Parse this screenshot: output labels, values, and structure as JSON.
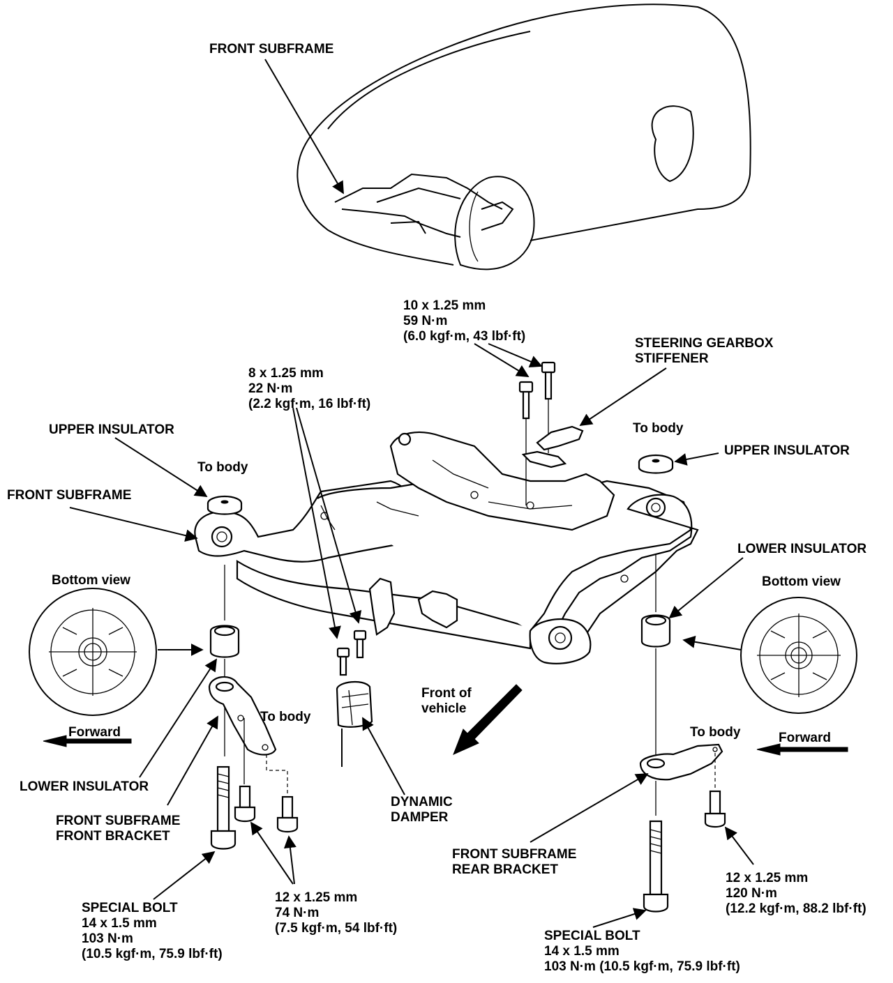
{
  "labels": {
    "front_subframe_top": "FRONT SUBFRAME",
    "bolt_10mm": [
      "10 x 1.25 mm",
      "59 N·m",
      "(6.0 kgf·m, 43 lbf·ft)"
    ],
    "steering_stiffener": [
      "STEERING GEARBOX",
      "STIFFENER"
    ],
    "bolt_8mm": [
      "8 x 1.25 mm",
      "22 N·m",
      "(2.2 kgf·m, 16 lbf·ft)"
    ],
    "upper_insulator_left": "UPPER INSULATOR",
    "to_body_left": "To body",
    "front_subframe_left": "FRONT SUBFRAME",
    "to_body_right_top": "To body",
    "upper_insulator_right": "UPPER INSULATOR",
    "lower_insulator_right": "LOWER INSULATOR",
    "bottom_view_left": "Bottom view",
    "bottom_view_right": "Bottom view",
    "forward_left": "Forward",
    "forward_right": "Forward",
    "to_body_bracket": "To body",
    "front_of_vehicle": [
      "Front of",
      "vehicle"
    ],
    "to_body_rear": "To body",
    "lower_insulator_left": "LOWER INSULATOR",
    "dynamic_damper": [
      "DYNAMIC",
      "DAMPER"
    ],
    "front_bracket": [
      "FRONT SUBFRAME",
      "FRONT BRACKET"
    ],
    "rear_bracket": [
      "FRONT SUBFRAME",
      "REAR BRACKET"
    ],
    "special_bolt_left": [
      "SPECIAL BOLT",
      "14 x 1.5 mm",
      "103 N·m",
      "(10.5 kgf·m, 75.9 lbf·ft)"
    ],
    "bolt_12mm_74": [
      "12 x 1.25 mm",
      "74 N·m",
      "(7.5 kgf·m, 54 lbf·ft)"
    ],
    "bolt_12mm_120": [
      "12 x 1.25 mm",
      "120 N·m",
      "(12.2 kgf·m, 88.2 lbf·ft)"
    ],
    "special_bolt_right": [
      "SPECIAL BOLT",
      "14 x 1.5 mm",
      "103 N·m (10.5 kgf·m, 75.9 lbf·ft)"
    ]
  }
}
